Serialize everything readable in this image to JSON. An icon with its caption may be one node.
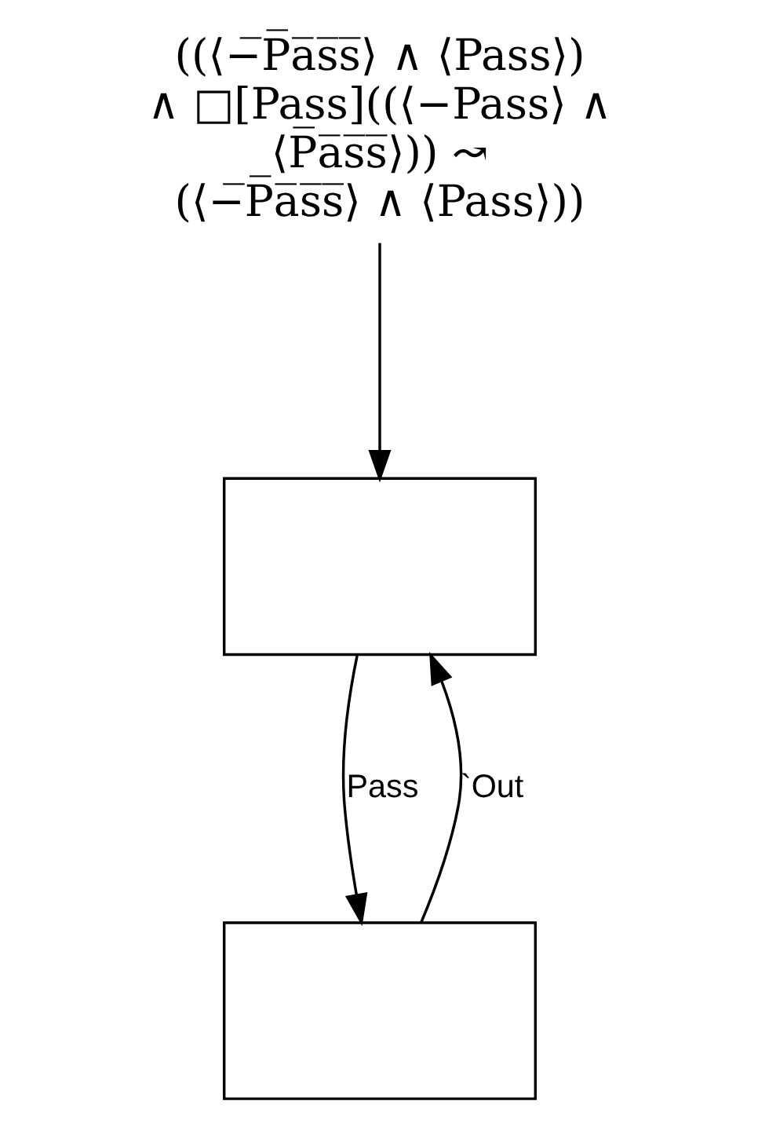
{
  "diagram": {
    "title": "((⟨−̅P̅a̅s̅s̅⟩ ∧ ⟨Pass⟩) ∧ □[Pass]((⟨−Pass⟩ ∧ ⟨P̅a̅s̅s̅⟩)) ↝ (⟨−̅P̅a̅s̅s̅⟩ ∧ ⟨Pass⟩))",
    "nodes": [
      {
        "text": [],
        "shape": "box"
      },
      {
        "text": [],
        "shape": "box"
      }
    ],
    "edges": [
      {
        "from": null,
        "to": 0,
        "arrow": "to"
      },
      {
        "from": 0,
        "to": 1,
        "arrow": "to",
        "label": "Pass"
      },
      {
        "from": 1,
        "to": 0,
        "arrow": "to",
        "label": "`Out"
      }
    ]
  }
}
